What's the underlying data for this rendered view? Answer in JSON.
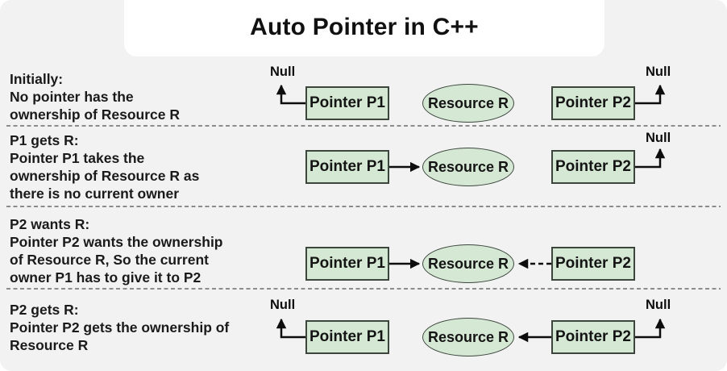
{
  "title": "Auto Pointer in C++",
  "labels": {
    "pointer_p1": "Pointer P1",
    "pointer_p2": "Pointer P2",
    "resource": "Resource R",
    "null_label": "Null"
  },
  "rows": [
    {
      "heading": "Initially:",
      "body": "No pointer has the\nownership of Resource R"
    },
    {
      "heading": "P1 gets R:",
      "body": "Pointer P1 takes the\nownership of Resource R as\nthere is no current owner"
    },
    {
      "heading": "P2 wants R:",
      "body": "Pointer P2 wants the ownership\nof Resource R, So the current\nowner P1 has to give it to P2"
    },
    {
      "heading": "P2 gets R:",
      "body": "Pointer P2 gets the ownership of\nResource R"
    }
  ],
  "colors": {
    "background": "#f2f2f2",
    "panel": "#ffffff",
    "node_fill": "#d5e8d4",
    "node_border": "#3c463d",
    "arrow": "#0d0d0d",
    "separator": "#8c8c8c",
    "text": "#1a1a1a"
  }
}
